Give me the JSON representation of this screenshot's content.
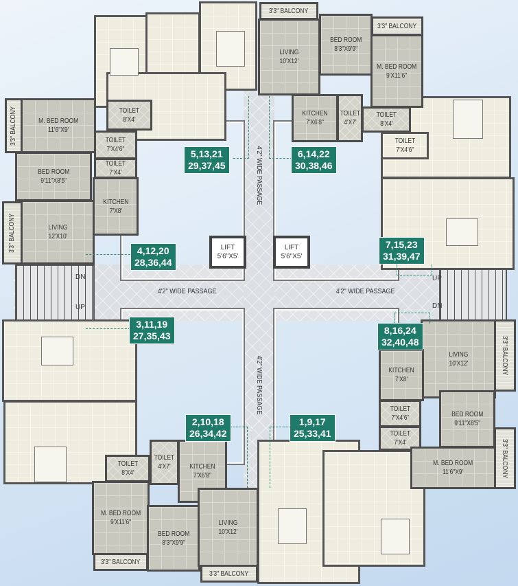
{
  "title": "Typical Floor Plan",
  "rooms": [
    {
      "name": "M. BED ROOM",
      "size": "11'6\"X9'"
    },
    {
      "name": "3'3\" BALCONY",
      "size": ""
    },
    {
      "name": "TOILET",
      "size": "7'X4'6\""
    },
    {
      "name": "TOILET",
      "size": "7'X4'"
    },
    {
      "name": "BED ROOM",
      "size": "9'11\"X8'5\""
    },
    {
      "name": "KITCHEN",
      "size": "7'X8'"
    },
    {
      "name": "LIVING",
      "size": "12'X10'"
    },
    {
      "name": "3'3\" BALCONY",
      "size": ""
    },
    {
      "name": "TOILET",
      "size": "8'X4'"
    },
    {
      "name": "3'3\" BALCONY",
      "size": ""
    },
    {
      "name": "LIVING",
      "size": "10'X12'"
    },
    {
      "name": "BED ROOM",
      "size": "8'3\"X9'9\""
    },
    {
      "name": "3'3\" BALCONY",
      "size": ""
    },
    {
      "name": "M. BED ROOM",
      "size": "9'X11'6\""
    },
    {
      "name": "KITCHEN",
      "size": "7'X6'8\""
    },
    {
      "name": "TOILET",
      "size": "4'X7'"
    },
    {
      "name": "TOILET",
      "size": "8'X4'"
    },
    {
      "name": "TOILET",
      "size": "7'X4'6\""
    },
    {
      "name": "LIVING",
      "size": "10'X12'"
    },
    {
      "name": "3'3\" BALCONY",
      "size": ""
    },
    {
      "name": "KITCHEN",
      "size": "7'X8'"
    },
    {
      "name": "BED ROOM",
      "size": "9'11\"X8'5\""
    },
    {
      "name": "TOILET",
      "size": "7'X4'6\""
    },
    {
      "name": "TOILET",
      "size": "7'X4'"
    },
    {
      "name": "M. BED ROOM",
      "size": "11'6\"X9'"
    },
    {
      "name": "3'3\" BALCONY",
      "size": ""
    },
    {
      "name": "TOILET",
      "size": "8'X4'"
    },
    {
      "name": "TOILET",
      "size": "4'X7'"
    },
    {
      "name": "KITCHEN",
      "size": "7'X6'8\""
    },
    {
      "name": "M. BED ROOM",
      "size": "9'X11'6\""
    },
    {
      "name": "3'3\" BALCONY",
      "size": ""
    },
    {
      "name": "BED ROOM",
      "size": "8'3\"X9'9\""
    },
    {
      "name": "LIVING",
      "size": "10'X12'"
    },
    {
      "name": "3'3\" BALCONY",
      "size": ""
    }
  ],
  "flats": [
    {
      "line1": "5,13,21",
      "line2": "29,37,45"
    },
    {
      "line1": "6,14,22",
      "line2": "30,38,46"
    },
    {
      "line1": "4,12,20",
      "line2": "28,36,44"
    },
    {
      "line1": "7,15,23",
      "line2": "31,39,47"
    },
    {
      "line1": "3,11,19",
      "line2": "27,35,43"
    },
    {
      "line1": "8,16,24",
      "line2": "32,40,48"
    },
    {
      "line1": "2,10,18",
      "line2": "26,34,42"
    },
    {
      "line1": "1,9,17",
      "line2": "25,33,41"
    }
  ],
  "passage_label": "4'2\" WIDE PASSAGE",
  "lift": {
    "name": "LIFT",
    "size": "5'6\"X5'"
  },
  "stairs": {
    "up": "UP",
    "down": "DN"
  },
  "colors": {
    "tag": "#1f7b69",
    "room": "#c9c8bf",
    "cream": "#eeeddf",
    "wall": "#4c4c4c"
  }
}
